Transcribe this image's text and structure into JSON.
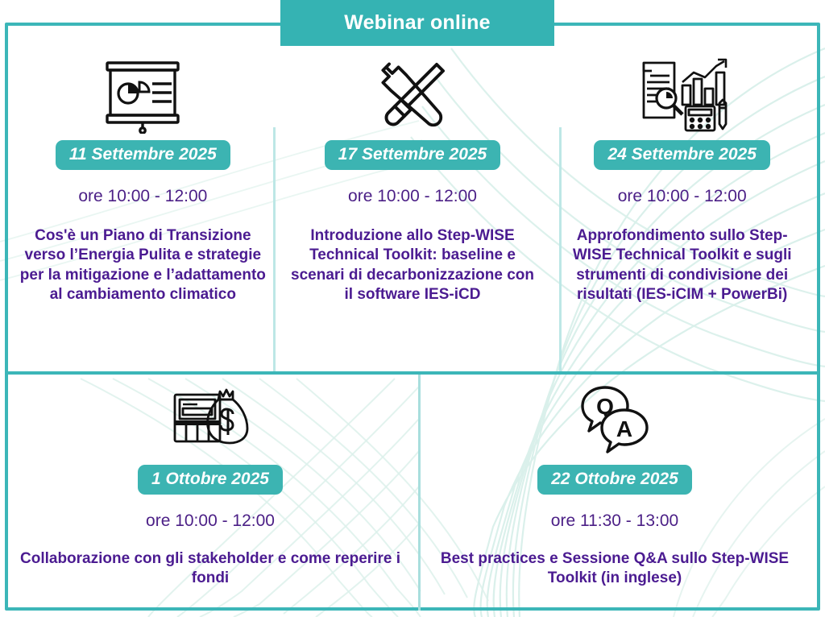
{
  "banner": {
    "title": "Webinar online"
  },
  "theme": {
    "teal": "#3cb6b8",
    "banner_teal": "#35b3b3",
    "badge_teal": "#3cb4b2",
    "purple_text": "#4b1b91",
    "time_purple": "#4b1f86",
    "divider_light": "#bde7e6",
    "background": "#ffffff"
  },
  "sessions": [
    {
      "icon": "presentation-chart-icon",
      "date": "11 Settembre 2025",
      "time": "ore 10:00 - 12:00",
      "description": "Cos'è un Piano di Transizione verso l’Energia Pulita e strategie per la mitigazione e l’adattamento al cambiamento climatico"
    },
    {
      "icon": "tools-wrench-screwdriver-icon",
      "date": "17 Settembre 2025",
      "time": "ore 10:00 - 12:00",
      "description": "Introduzione allo Step-WISE Technical Toolkit: baseline e scenari di decarbonizzazione con il software IES-iCD"
    },
    {
      "icon": "document-analysis-calculator-icon",
      "date": "24 Settembre 2025",
      "time": "ore 10:00 - 12:00",
      "description": "Approfondimento sullo Step-WISE Technical Toolkit e sugli strumenti di condivisione dei risultati (IES-iCIM + PowerBi)"
    },
    {
      "icon": "funding-money-bag-icon",
      "date": "1 Ottobre 2025",
      "time": "ore 10:00 - 12:00",
      "description": "Collaborazione con gli stakeholder e come reperire i fondi"
    },
    {
      "icon": "qa-speech-bubbles-icon",
      "date": "22 Ottobre 2025",
      "time": "ore 11:30 - 13:00",
      "description": "Best practices e Sessione Q&A sullo Step-WISE Toolkit (in inglese)"
    }
  ]
}
